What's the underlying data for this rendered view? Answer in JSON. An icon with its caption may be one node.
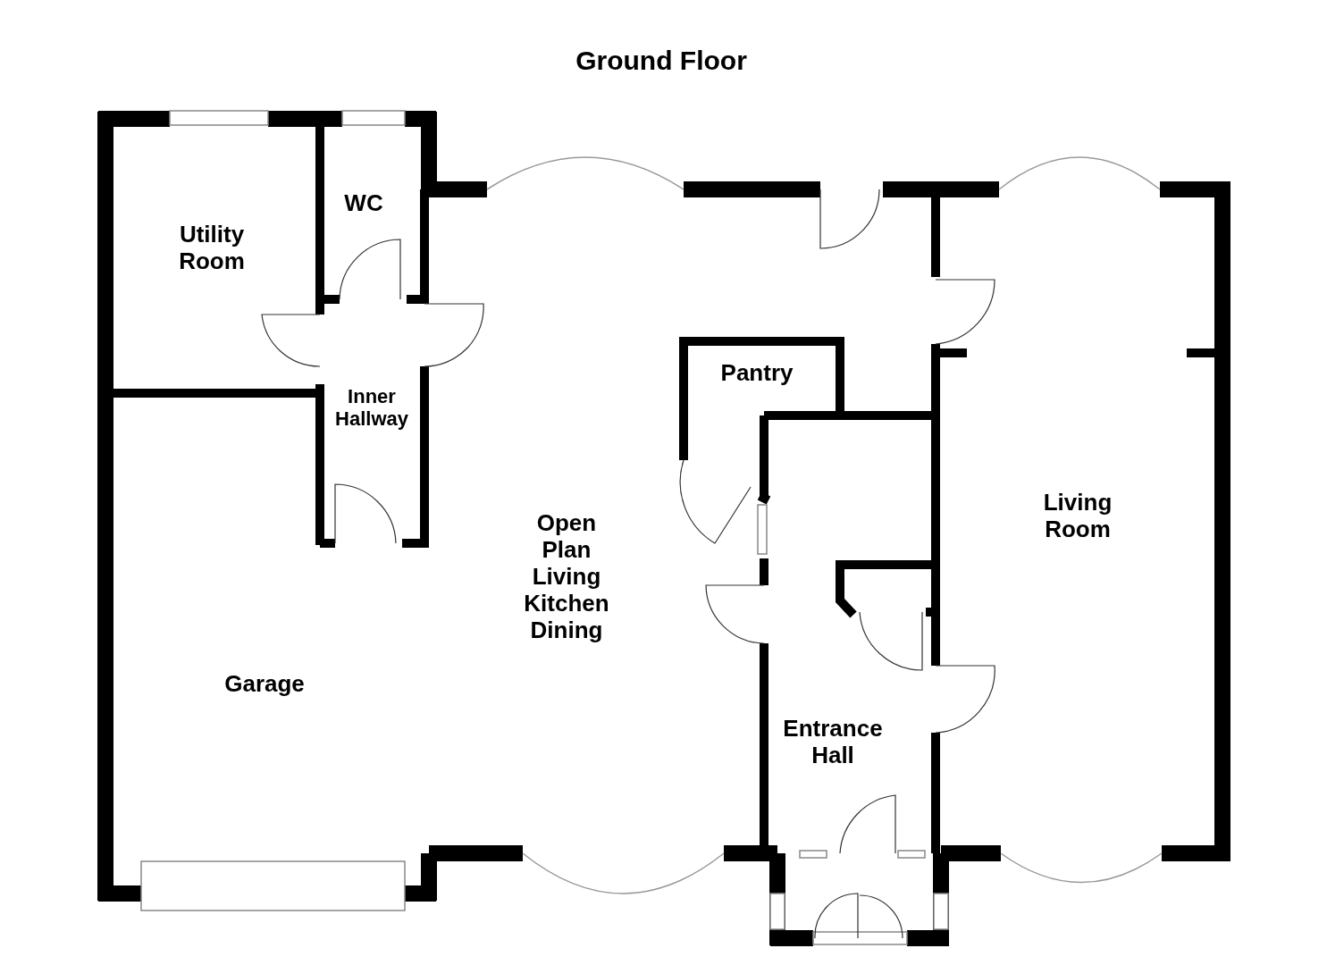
{
  "diagram": {
    "title": "Ground Floor",
    "labels": [
      "WC",
      "Utility Room",
      "Pantry",
      "Inner Hallway",
      "Living Room",
      "Open Plan Living Kitchen Dining",
      "Garage",
      "Entrance Hall"
    ]
  }
}
